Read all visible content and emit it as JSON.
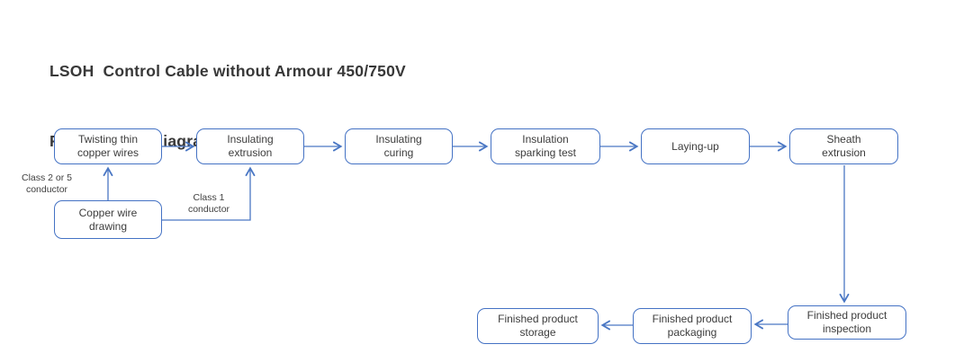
{
  "title": {
    "line1": "LSOH  Control Cable without Armour 450/750V",
    "line2": "Process flow diagram"
  },
  "diagram": {
    "nodes": {
      "twisting": {
        "label": "Twisting thin\ncopper wires"
      },
      "insulating_extrusion": {
        "label": "Insulating\nextrusion"
      },
      "insulating_curing": {
        "label": "Insulating\ncuring"
      },
      "insulation_sparking_test": {
        "label": "Insulation\nsparking test"
      },
      "laying_up": {
        "label": "Laying-up"
      },
      "sheath_extrusion": {
        "label": "Sheath\nextrusion"
      },
      "copper_wire_drawing": {
        "label": "Copper wire\ndrawing"
      },
      "finished_product_inspection": {
        "label": "Finished product\ninspection"
      },
      "finished_product_packaging": {
        "label": "Finished product\npackaging"
      },
      "finished_product_storage": {
        "label": "Finished product\nstorage"
      }
    },
    "annotations": {
      "class_2_or_5": "Class 2 or 5\nconductor",
      "class_1": "Class 1\nconductor"
    },
    "flow_order": [
      "Copper wire drawing",
      "Twisting thin copper wires",
      "Insulating extrusion",
      "Insulating curing",
      "Insulation sparking test",
      "Laying-up",
      "Sheath extrusion",
      "Finished product inspection",
      "Finished product packaging",
      "Finished product storage"
    ],
    "colors": {
      "box_border": "#4472C4",
      "arrow": "#4a77c4",
      "box_text": "#3c3c3c",
      "title_text": "#383838",
      "background": "#ffffff"
    }
  }
}
